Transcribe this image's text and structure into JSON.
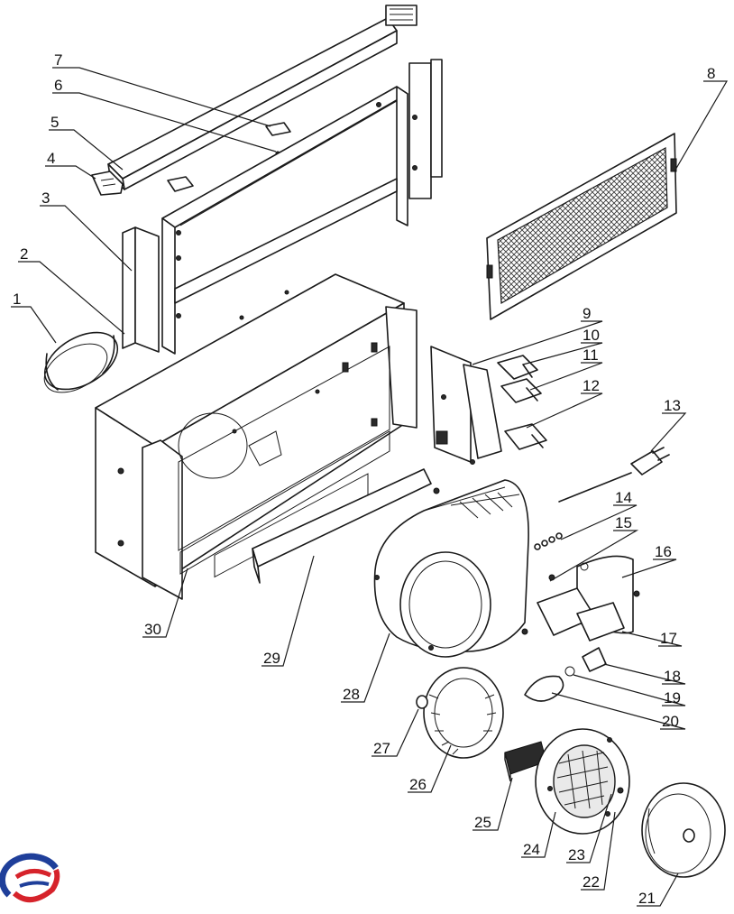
{
  "callouts": [
    {
      "id": "c1",
      "label": "1"
    },
    {
      "id": "c2",
      "label": "2"
    },
    {
      "id": "c3",
      "label": "3"
    },
    {
      "id": "c4",
      "label": "4"
    },
    {
      "id": "c5",
      "label": "5"
    },
    {
      "id": "c6",
      "label": "6"
    },
    {
      "id": "c7",
      "label": "7"
    },
    {
      "id": "c8",
      "label": "8"
    },
    {
      "id": "c9",
      "label": "9"
    },
    {
      "id": "c10",
      "label": "10"
    },
    {
      "id": "c11",
      "label": "11"
    },
    {
      "id": "c12",
      "label": "12"
    },
    {
      "id": "c13",
      "label": "13"
    },
    {
      "id": "c14",
      "label": "14"
    },
    {
      "id": "c15",
      "label": "15"
    },
    {
      "id": "c16",
      "label": "16"
    },
    {
      "id": "c17",
      "label": "17"
    },
    {
      "id": "c18",
      "label": "18"
    },
    {
      "id": "c19",
      "label": "19"
    },
    {
      "id": "c20",
      "label": "20"
    },
    {
      "id": "c21",
      "label": "21"
    },
    {
      "id": "c22",
      "label": "22"
    },
    {
      "id": "c23",
      "label": "23"
    },
    {
      "id": "c24",
      "label": "24"
    },
    {
      "id": "c25",
      "label": "25"
    },
    {
      "id": "c26",
      "label": "26"
    },
    {
      "id": "c27",
      "label": "27"
    },
    {
      "id": "c28",
      "label": "28"
    },
    {
      "id": "c29",
      "label": "29"
    },
    {
      "id": "c30",
      "label": "30"
    }
  ],
  "logo": {
    "name": "brand-logo",
    "colors": [
      "#1f3f9a",
      "#d6232b"
    ]
  }
}
